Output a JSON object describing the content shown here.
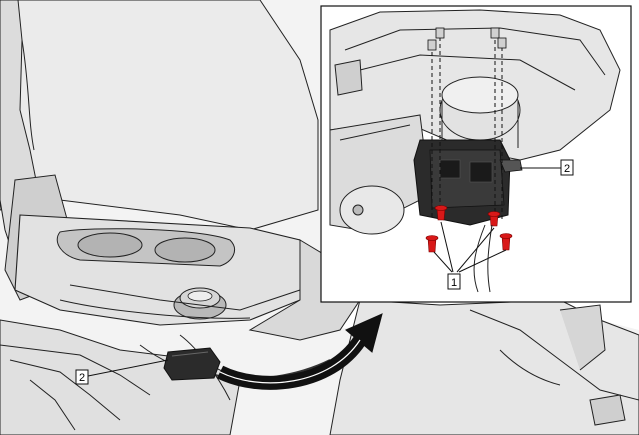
{
  "figure": {
    "callouts": [
      {
        "id": "main-2",
        "label": "2"
      },
      {
        "id": "inset-2",
        "label": "2"
      },
      {
        "id": "inset-1",
        "label": "1"
      }
    ],
    "colors": {
      "line": "#1a1a1a",
      "panel_light": "#e9e9e9",
      "panel_mid": "#cfcfcf",
      "panel_dark": "#9a9a9a",
      "module_dark": "#2b2b2b",
      "screw_red": "#d81818",
      "arrow_black": "#111111"
    },
    "icons": {
      "transfer_arrow": "curved-arrow-icon",
      "fastener": "screw-icon"
    }
  }
}
